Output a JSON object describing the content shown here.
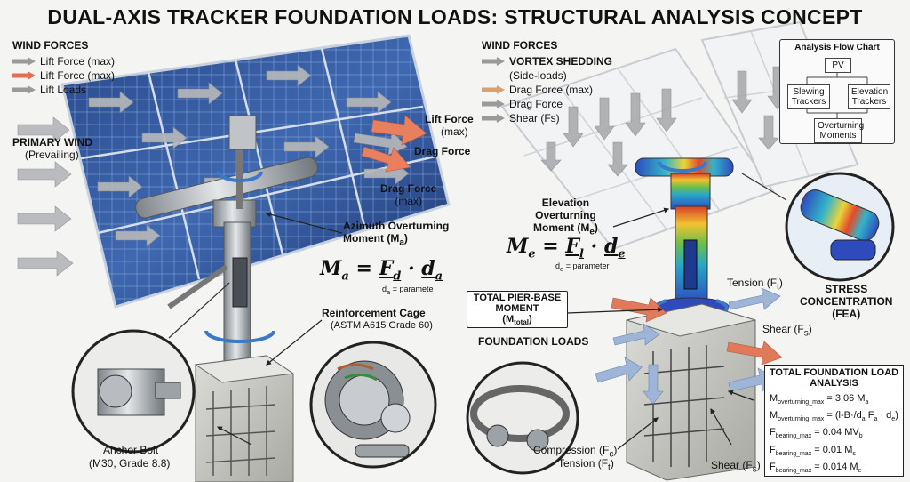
{
  "title": "DUAL-AXIS TRACKER FOUNDATION LOADS: STRUCTURAL ANALYSIS CONCEPT",
  "colors": {
    "grey_arrow": "#9a9a9a",
    "red_arrow": "#e07050",
    "orange_arrow": "#d9a070",
    "blue_arrow": "#7a9ac8",
    "rotation_blue": "#3c78c8"
  },
  "left": {
    "wind_forces": {
      "heading": "WIND FORCES",
      "items": [
        {
          "label": "Lift Force (max)",
          "arrow_color": "#9a9a9a"
        },
        {
          "label": "Lift Force (max)",
          "arrow_color": "#e07050"
        },
        {
          "label": "Lift Loads",
          "arrow_color": "#9a9a9a"
        }
      ]
    },
    "primary_wind": {
      "title": "PRIMARY WIND",
      "sub": "(Prevailing)"
    },
    "lift_force": {
      "title": "Lift Force",
      "sub": "(max)"
    },
    "drag_force_red": "Drag Force",
    "drag_force": {
      "title": "Drag Force",
      "sub": "(max)"
    },
    "azimuth": {
      "title": "Azimuth Overturning",
      "title2": "Moment (M",
      "sub": "a",
      "close": ")",
      "formula": {
        "lhs": "M",
        "lhs_sub": "a",
        "eq": " = ",
        "f": "F",
        "f_sub": "d",
        "dot": " · ",
        "d": "d",
        "d_sub": "a"
      },
      "note": {
        "d": "d",
        "sub": "a",
        "text": " = paramete"
      }
    },
    "reinforcement": {
      "title": "Reinforcement Cage",
      "sub": "(ASTM A615 Grade 60)"
    },
    "anchor": {
      "title": "Anchor Bolt",
      "sub": "(M30, Grade 8.8)"
    }
  },
  "right": {
    "wind_forces": {
      "heading": "WIND FORCES",
      "items": [
        {
          "label": "VORTEX SHEDDING",
          "bold": true,
          "arrow_color": "#9a9a9a"
        },
        {
          "label": "(Side-loads)",
          "arrow_color": ""
        },
        {
          "label": "Drag Force (max)",
          "arrow_color": "#d9a070"
        },
        {
          "label": "Drag Force",
          "arrow_color": "#9a9a9a"
        },
        {
          "label": "Shear (Fs)",
          "arrow_color": "#9a9a9a"
        }
      ]
    },
    "flow_chart": {
      "title": "Analysis Flow Chart",
      "pv": "PV",
      "slewing": "Slewing Trackers",
      "elevation": "Elevation Trackers",
      "overturning": "Overturning Moments"
    },
    "elevation": {
      "l1": "Elevation",
      "l2": "Overturning",
      "l3": "Moment (M",
      "sub": "e",
      "close": ")",
      "formula": {
        "lhs": "M",
        "lhs_sub": "e",
        "eq": " = ",
        "f": "F",
        "f_sub": "l",
        "dot": " · ",
        "d": "d",
        "d_sub": "e"
      },
      "note": {
        "d": "d",
        "sub": "e",
        "text": " = parameter"
      }
    },
    "total_pier": {
      "l1": "TOTAL PIER-BASE",
      "l2": "MOMENT",
      "l3": "(M",
      "sub": "total",
      "close": ")"
    },
    "foundation_loads": "FOUNDATION LOADS",
    "tension_top": {
      "text": "Tension (F",
      "sub": "t",
      "close": ")"
    },
    "shear_right": {
      "text": "Shear (F",
      "sub": "s",
      "close": ")"
    },
    "stress": {
      "l1": "STRESS",
      "l2": "CONCENTRATION",
      "l3": "(FEA)"
    },
    "compression": {
      "text": "Compression (F",
      "sub": "c",
      "close": ")"
    },
    "tension_bottom": {
      "text": "Tension (F",
      "sub": "t",
      "close": ")"
    },
    "shear_bottom": {
      "text": "Shear (F",
      "sub": "s",
      "close": ")"
    },
    "analysis": {
      "title1": "TOTAL FOUNDATION LOAD",
      "title2": "ANALYSIS",
      "rows": [
        {
          "v": "M",
          "sub": "overturning_max",
          "rest": " = 3.06 M",
          "rsub": "a"
        },
        {
          "v": "M",
          "sub": "overturning_max",
          "rest": " = (l-B·/d",
          "rsub": "a",
          "tail": " F",
          "tsub": "a",
          "tail2": " · d",
          "t2sub": "e",
          "end": ")"
        },
        {
          "v": "F",
          "sub": "bearing_max",
          "rest": " = 0.04 MV",
          "rsub": "b"
        },
        {
          "v": "F",
          "sub": "bearing_max",
          "rest": " = 0.01 M",
          "rsub": "s"
        },
        {
          "v": "F",
          "sub": "bearing_max",
          "rest": " = 0.014 M",
          "rsub": "e"
        }
      ]
    }
  }
}
